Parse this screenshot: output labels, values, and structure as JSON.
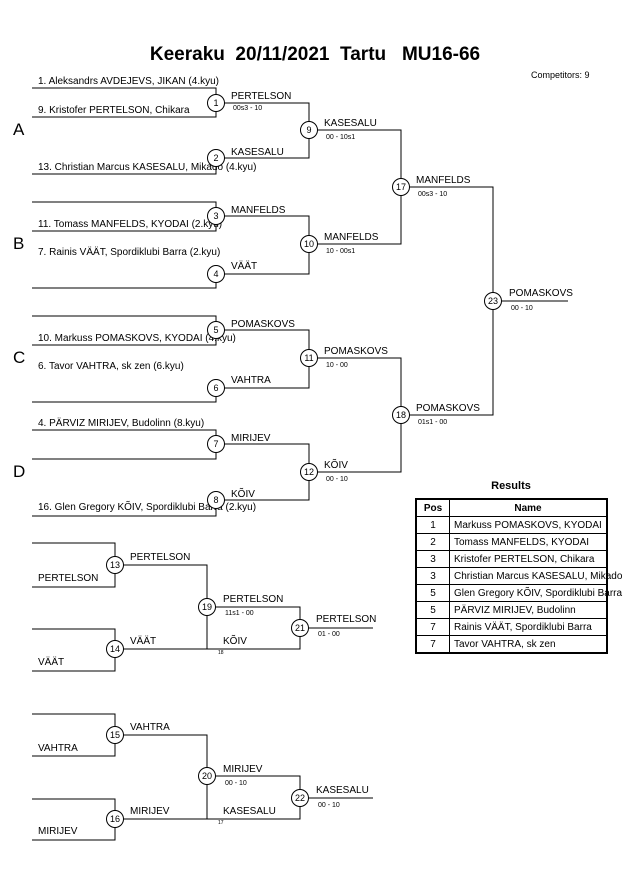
{
  "title": "Keeraku  20/11/2021  Tartu   MU16-66",
  "competitors": "Competitors: 9",
  "groups": [
    "A",
    "B",
    "C",
    "D"
  ],
  "entries": [
    "1. Aleksandrs AVDEJEVS, JIKAN (4.kyu)",
    "9. Kristofer PERTELSON, Chikara",
    "13. Christian Marcus KASESALU, Mikado (4.kyu)",
    "11. Tomass MANFELDS, KYODAI (2.kyu)",
    "7. Rainis VÄÄT, Spordiklubi Barra (2.kyu)",
    "10. Markuss POMASKOVS, KYODAI (4.kyu)",
    "6. Tavor VAHTRA, sk zen (6.kyu)",
    "4. PÄRVIZ MIRIJEV, Budolinn (8.kyu)",
    "16. Glen Gregory KÕIV, Spordiklubi Barra (2.kyu)"
  ],
  "matches": {
    "m1": {
      "num": "1",
      "winner": "PERTELSON",
      "score": "00s3 - 10"
    },
    "m2": {
      "num": "2",
      "winner": "KASESALU",
      "score": ""
    },
    "m3": {
      "num": "3",
      "winner": "MANFELDS",
      "score": ""
    },
    "m4": {
      "num": "4",
      "winner": "VÄÄT",
      "score": ""
    },
    "m5": {
      "num": "5",
      "winner": "POMASKOVS",
      "score": ""
    },
    "m6": {
      "num": "6",
      "winner": "VAHTRA",
      "score": ""
    },
    "m7": {
      "num": "7",
      "winner": "MIRIJEV",
      "score": ""
    },
    "m8": {
      "num": "8",
      "winner": "KÕIV",
      "score": ""
    },
    "m9": {
      "num": "9",
      "winner": "KASESALU",
      "score": "00 - 10s1"
    },
    "m10": {
      "num": "10",
      "winner": "MANFELDS",
      "score": "10 - 00s1"
    },
    "m11": {
      "num": "11",
      "winner": "POMASKOVS",
      "score": "10 - 00"
    },
    "m12": {
      "num": "12",
      "winner": "KÕIV",
      "score": "00 - 10"
    },
    "m17": {
      "num": "17",
      "winner": "MANFELDS",
      "score": "00s3 - 10"
    },
    "m18": {
      "num": "18",
      "winner": "POMASKOVS",
      "score": "01s1 - 00"
    },
    "m23": {
      "num": "23",
      "winner": "POMASKOVS",
      "score": "00 - 10"
    },
    "m13": {
      "num": "13",
      "winner": "PERTELSON",
      "score": ""
    },
    "m14": {
      "num": "14",
      "winner": "VÄÄT",
      "score": ""
    },
    "m19": {
      "num": "19",
      "winner": "PERTELSON",
      "score": "11s1 - 00"
    },
    "m21": {
      "num": "21",
      "winner": "PERTELSON",
      "score": "01 - 00"
    },
    "m15": {
      "num": "15",
      "winner": "VAHTRA",
      "score": ""
    },
    "m16": {
      "num": "16",
      "winner": "MIRIJEV",
      "score": ""
    },
    "m20": {
      "num": "20",
      "winner": "MIRIJEV",
      "score": "00 - 10"
    },
    "m22": {
      "num": "22",
      "winner": "KASESALU",
      "score": "00 - 10"
    }
  },
  "repechage": {
    "r13_bottom": "PERTELSON",
    "r14_bottom": "VÄÄT",
    "r19_bottom": "KÕIV",
    "r19_ref": "18",
    "r15_bottom": "VAHTRA",
    "r16_bottom": "MIRIJEV",
    "r20_bottom": "KASESALU",
    "r20_ref": "17"
  },
  "results": {
    "title": "Results",
    "headers": {
      "pos": "Pos",
      "name": "Name"
    },
    "rows": [
      {
        "pos": "1",
        "name": "Markuss POMASKOVS, KYODAI"
      },
      {
        "pos": "2",
        "name": "Tomass MANFELDS, KYODAI"
      },
      {
        "pos": "3",
        "name": "Kristofer PERTELSON, Chikara"
      },
      {
        "pos": "3",
        "name": "Christian Marcus KASESALU, Mikado"
      },
      {
        "pos": "5",
        "name": "Glen Gregory KÕIV, Spordiklubi Barra"
      },
      {
        "pos": "5",
        "name": "PÄRVIZ MIRIJEV, Budolinn"
      },
      {
        "pos": "7",
        "name": "Rainis VÄÄT, Spordiklubi Barra"
      },
      {
        "pos": "7",
        "name": "Tavor VAHTRA, sk zen"
      }
    ]
  }
}
